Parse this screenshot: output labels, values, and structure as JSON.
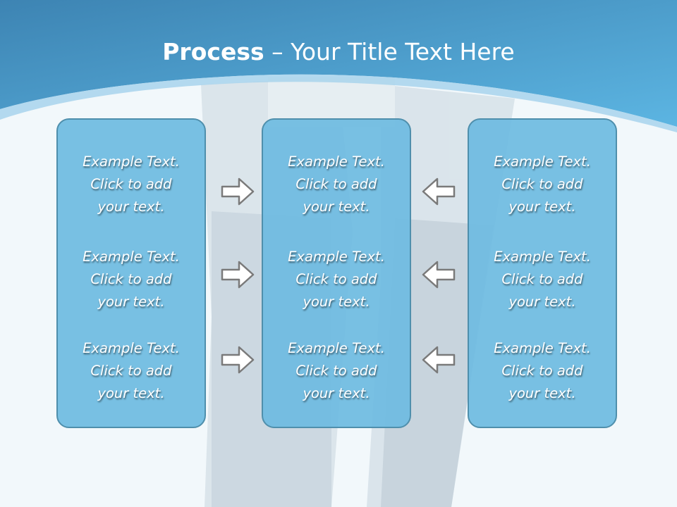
{
  "slide": {
    "title_bold": "Process",
    "title_rest": " – Your Title Text Here",
    "colors": {
      "header_dark": "#3f87b5",
      "header_light": "#5ab2df",
      "panel_fill": "#6ebbe1",
      "panel_border": "#4f8fac",
      "arrow_stroke": "#7a7a7a",
      "text": "#ffffff"
    },
    "panels": [
      {
        "items": [
          "Example Text.\nClick  to add\nyour text.",
          "Example Text.\nClick  to add\nyour text.",
          "Example Text.\nClick  to add\nyour text."
        ]
      },
      {
        "items": [
          "Example Text.\nClick  to add\nyour text.",
          "Example Text.\nClick  to add\nyour text.",
          "Example Text.\nClick  to add\nyour text."
        ]
      },
      {
        "items": [
          "Example Text.\nClick  to add\nyour text.",
          "Example Text.\nClick  to add\nyour text.",
          "Example Text.\nClick  to add\nyour text."
        ]
      }
    ],
    "arrows": [
      {
        "icon": "arrow-right-icon"
      },
      {
        "icon": "arrow-right-icon"
      },
      {
        "icon": "arrow-right-icon"
      },
      {
        "icon": "arrow-left-icon"
      },
      {
        "icon": "arrow-left-icon"
      },
      {
        "icon": "arrow-left-icon"
      }
    ]
  }
}
